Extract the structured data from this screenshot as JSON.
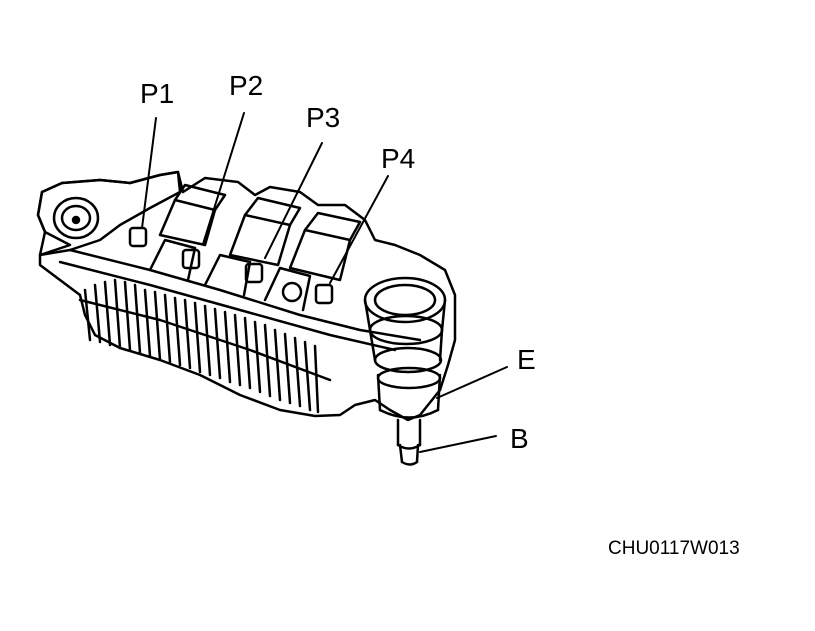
{
  "callouts": {
    "p1": "P1",
    "p2": "P2",
    "p3": "P3",
    "p4": "P4",
    "e": "E",
    "b": "B"
  },
  "figure_code": "CHU0117W013",
  "colors": {
    "ink": "#000000",
    "paper": "#ffffff"
  }
}
